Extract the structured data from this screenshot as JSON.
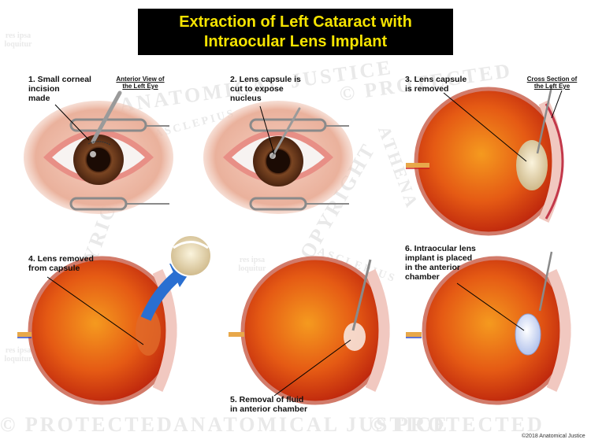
{
  "title": {
    "line1": "Extraction of Left Cataract with",
    "line2": "Intraocular Lens Implant",
    "background_color": "#000000",
    "text_color": "#f5e300"
  },
  "view_labels": {
    "anterior": "Anterior View of\nthe Left Eye",
    "cross_section": "Cross Section of\nthe Left Eye"
  },
  "steps": [
    {
      "text": "1. Small corneal\nincision\nmade"
    },
    {
      "text": "2. Lens capsule is\ncut to expose\nnucleus"
    },
    {
      "text": "3. Lens capsule\nis removed"
    },
    {
      "text": "4. Lens removed\nfrom capsule"
    },
    {
      "text": "5. Removal of fluid\nin anterior chamber"
    },
    {
      "text": "6. Intraocular lens\nimplant is placed\nin the anterior\nchamber"
    }
  ],
  "watermark": {
    "words": [
      "© PROTECTED",
      "COPYRIGHT",
      "ANATOMICAL JUSTICE",
      "ASCLEPIUS",
      "ATHENA",
      "res ipsa loquitur"
    ]
  },
  "copyright": "©2018 Anatomical Justice",
  "colors": {
    "eye_red": "#d42a12",
    "eye_orange": "#f2881c",
    "skin": "#f0b9a6",
    "iris": "#5a2e14",
    "arrow": "#2a6fd1",
    "lens": "#e7ddb8"
  }
}
